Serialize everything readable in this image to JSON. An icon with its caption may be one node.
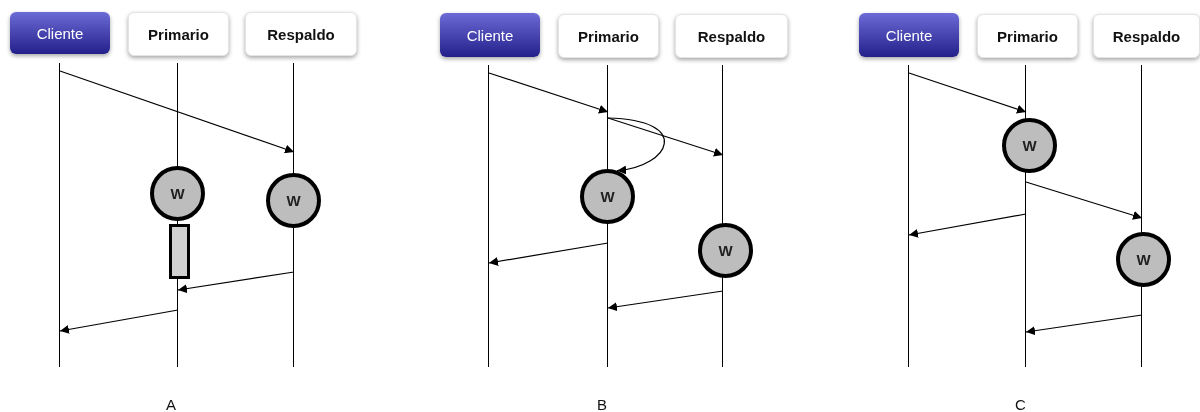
{
  "diagram": {
    "nodes": [
      {
        "text": [
          "Cliente"
        ]
      },
      {
        "text": [
          "Primario"
        ]
      },
      {
        "text": [
          "Respaldo"
        ]
      },
      {
        "text": [],
        "shape": "line"
      },
      {
        "text": [],
        "shape": "line"
      },
      {
        "text": [],
        "shape": "line"
      },
      {
        "text": [
          "W"
        ]
      },
      {
        "text": [
          "W"
        ]
      },
      {
        "text": [],
        "shape": "box"
      },
      {
        "text": [
          "Cliente"
        ]
      },
      {
        "text": [
          "Primario"
        ]
      },
      {
        "text": [
          "Respaldo"
        ]
      },
      {
        "text": [],
        "shape": "line"
      },
      {
        "text": [],
        "shape": "line"
      },
      {
        "text": [],
        "shape": "line"
      },
      {
        "text": [
          "W"
        ]
      },
      {
        "text": [
          "W"
        ]
      },
      {
        "text": [
          "Cliente"
        ]
      },
      {
        "text": [
          "Primario"
        ]
      },
      {
        "text": [
          "Respaldo"
        ]
      },
      {
        "text": [],
        "shape": "line"
      },
      {
        "text": [],
        "shape": "line"
      },
      {
        "text": [],
        "shape": "line"
      },
      {
        "text": [
          "W"
        ]
      },
      {
        "text": [
          "W"
        ]
      }
    ],
    "edges": [
      {
        "from": 3,
        "to": 5,
        "arrow": "to"
      },
      {
        "from": 5,
        "to": 4,
        "arrow": "to"
      },
      {
        "from": 4,
        "to": 3,
        "arrow": "to"
      },
      {
        "from": 12,
        "to": 13,
        "arrow": "to"
      },
      {
        "from": 13,
        "to": 14,
        "arrow": "to"
      },
      {
        "from": 13,
        "to": 15,
        "arrow": "to"
      },
      {
        "from": 13,
        "to": 12,
        "arrow": "to"
      },
      {
        "from": 14,
        "to": 13,
        "arrow": "to"
      },
      {
        "from": 20,
        "to": 21,
        "arrow": "to"
      },
      {
        "from": 21,
        "to": 22,
        "arrow": "to"
      },
      {
        "from": 21,
        "to": 20,
        "arrow": "to"
      },
      {
        "from": 22,
        "to": 21,
        "arrow": "to"
      }
    ],
    "labels": [
      "A",
      "B",
      "C"
    ]
  }
}
